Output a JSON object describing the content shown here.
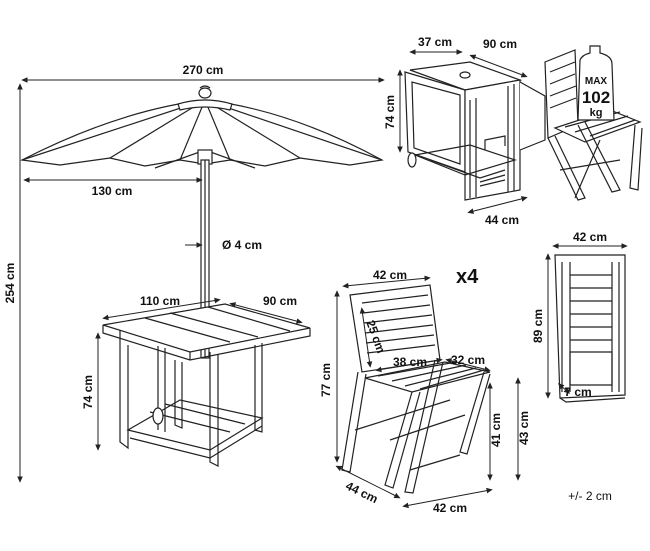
{
  "dimensions": {
    "umbrella_width": "270 cm",
    "umbrella_height": "254 cm",
    "umbrella_half_width": "130 cm",
    "pole_diameter": "Ø 4 cm",
    "table_length": "110 cm",
    "table_depth": "90 cm",
    "table_height": "74 cm",
    "folded_table_width": "37 cm",
    "folded_table_length": "90 cm",
    "folded_table_height": "74 cm",
    "folded_table_depth": "44 cm",
    "chair_back_width": "42 cm",
    "chair_back_height": "25 cm",
    "chair_seat_width": "38 cm",
    "chair_seat_depth": "32 cm",
    "chair_total_height": "77 cm",
    "chair_seat_height_front": "41 cm",
    "chair_seat_height_back": "43 cm",
    "chair_depth": "44 cm",
    "chair_base_width": "42 cm",
    "folded_chair_width": "42 cm",
    "folded_chair_height": "89 cm",
    "folded_chair_depth": "7 cm"
  },
  "quantity": "x4",
  "max_load": {
    "label": "MAX",
    "value": "102",
    "unit": "kg"
  },
  "tolerance": "+/- 2 cm"
}
